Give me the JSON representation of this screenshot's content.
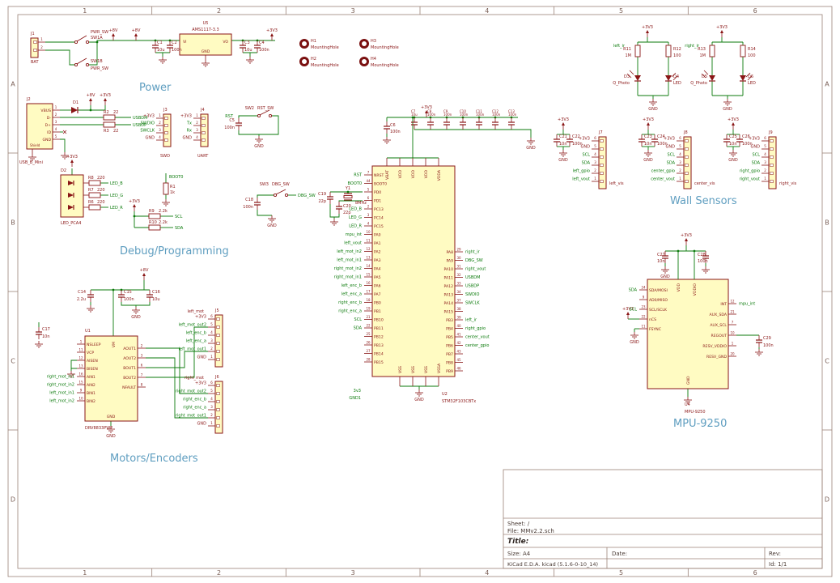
{
  "frame": {
    "columns": [
      "1",
      "2",
      "3",
      "4",
      "5",
      "6"
    ],
    "rows": [
      "A",
      "B",
      "C",
      "D"
    ],
    "tb": {
      "sheet": "Sheet: /",
      "file": "File: MMv2.2.sch",
      "title": "Title:",
      "size": "Size: A4",
      "date": "Date:",
      "rev": "Rev:",
      "tool": "KiCad E.D.A.  kicad (5.1.6-0-10_14)",
      "id": "Id: 1/1"
    }
  },
  "sections": {
    "power": "Power",
    "debug": "Debug/Programming",
    "motors": "Motors/Encoders",
    "wall": "Wall Sensors",
    "mpu": "MPU-9250"
  },
  "nets": {
    "v33": "+3V3",
    "v8": "+8V",
    "gnd": "GND"
  },
  "n": {
    "usbdm": "USBDM",
    "usbdp": "USBDP",
    "scl": "SCL",
    "sda": "SDA",
    "rst": "RST",
    "boot0": "BOOT0",
    "dbg": "DBG_SW",
    "ledb": "LED_B",
    "ledg": "LED_G",
    "ledr": "LED_R",
    "leftir": "left_ir",
    "rightir": "right_ir",
    "v3": "3v3",
    "gnd1": "GND1"
  },
  "u5": {
    "ref": "U5",
    "val": "AMS1117-3.3",
    "vi": "VI",
    "vo": "VO",
    "gnd": "GND"
  },
  "j1": {
    "ref": "J1",
    "name": "BAT",
    "pins": [
      [
        "1",
        ""
      ],
      [
        "2",
        ""
      ]
    ]
  },
  "sw": {
    "sw1a": {
      "ref": "SW1A",
      "val": "PWR_SW"
    },
    "sw1b": {
      "ref": "SW1B",
      "val": "PWR_SW"
    },
    "sw2": {
      "ref": "SW2",
      "val": "RST_SW"
    },
    "sw3": {
      "ref": "SW3",
      "val": "DBG_SW"
    }
  },
  "holes": [
    [
      "H1",
      "MountingHole"
    ],
    [
      "H2",
      "MountingHole"
    ],
    [
      "H3",
      "MountingHole"
    ],
    [
      "H4",
      "MountingHole"
    ]
  ],
  "j2": {
    "ref": "J2",
    "val": "USB_B_Mini",
    "shield": "Shield",
    "pins": [
      [
        "1",
        "VBUS"
      ],
      [
        "2",
        "D-"
      ],
      [
        "3",
        "D+"
      ],
      [
        "4",
        "ID"
      ],
      [
        "5",
        "GND"
      ]
    ]
  },
  "d": {
    "d1": {
      "ref": "D1"
    },
    "d2": {
      "ref": "D2",
      "val": "LED_PCA4"
    },
    "d3": {
      "ref": "D3",
      "val": "Q_Photo"
    },
    "d4": {
      "ref": "D4",
      "val": "LED"
    },
    "d5": {
      "ref": "D5",
      "val": "Q_Photo"
    },
    "d6": {
      "ref": "D6",
      "val": "LED"
    }
  },
  "r": {
    "r1": [
      "R1",
      "1k"
    ],
    "r2": [
      "R2",
      "22"
    ],
    "r3": [
      "R3",
      "22"
    ],
    "r6": [
      "R6",
      "220"
    ],
    "r7": [
      "R7",
      "220"
    ],
    "r8": [
      "R8",
      "220"
    ],
    "r9": [
      "R9",
      "2.2k"
    ],
    "r10": [
      "R10",
      "2.2k"
    ],
    "r11": [
      "R11",
      "1M"
    ],
    "r12": [
      "R12",
      "100"
    ],
    "r13": [
      "R13",
      "1M"
    ],
    "r14": [
      "R14",
      "100"
    ]
  },
  "c": {
    "in": [
      [
        "C1",
        "10u"
      ],
      [
        "C2",
        "100n"
      ]
    ],
    "out": [
      [
        "C3",
        "10u"
      ],
      [
        "C4",
        "100n"
      ]
    ],
    "c5": [
      [
        "C5",
        "100n"
      ]
    ],
    "c6": [
      [
        "C6",
        "100n"
      ]
    ],
    "bank": [
      [
        "C7",
        "10u"
      ],
      [
        "C8",
        "100n"
      ],
      [
        "C9",
        "100n"
      ],
      [
        "C10",
        "100n"
      ],
      [
        "C11",
        "100n"
      ],
      [
        "C12",
        "100n"
      ],
      [
        "C13",
        "100n"
      ]
    ],
    "c14": [
      [
        "C14",
        "2.2u"
      ]
    ],
    "vm": [
      [
        "C15",
        "100n"
      ],
      [
        "C16",
        "10u"
      ]
    ],
    "c17": [
      [
        "C17",
        "10n"
      ]
    ],
    "c18": [
      [
        "C18",
        "100n"
      ]
    ],
    "xt1": [
      [
        "C19",
        "22p"
      ]
    ],
    "xt2": [
      [
        "C20",
        "22p"
      ]
    ],
    "lv": [
      [
        "C21",
        "10n"
      ],
      [
        "C22",
        "100n"
      ]
    ],
    "cv": [
      [
        "C23",
        "10n"
      ],
      [
        "C24",
        "100n"
      ]
    ],
    "rv": [
      [
        "C25",
        "10n"
      ],
      [
        "C26",
        "100n"
      ]
    ],
    "mpu": [
      [
        "C27",
        "10n"
      ],
      [
        "C28",
        "100n"
      ]
    ],
    "c29": [
      [
        "C29",
        "100n"
      ]
    ]
  },
  "y1": {
    "ref": "Y1",
    "val": "8MHz"
  },
  "u1": {
    "ref": "U1",
    "val": "DRV8833PWP",
    "vm": "VM",
    "pad": "GND",
    "lp": [
      [
        "1",
        "NSLEEP",
        ""
      ],
      [
        "11",
        "VCP",
        ""
      ],
      [
        "12",
        "AISEN",
        ""
      ],
      [
        "13",
        "BISEN",
        ""
      ],
      [
        "16",
        "AIN1",
        "right_mot_in1"
      ],
      [
        "15",
        "AIN2",
        "right_mot_in2"
      ],
      [
        "9",
        "BIN1",
        "left_mot_in1"
      ],
      [
        "10",
        "BIN2",
        "left_mot_in2"
      ]
    ],
    "rp": [
      [
        "2",
        "AOUT1",
        ""
      ],
      [
        "3",
        "AOUT2",
        ""
      ],
      [
        "6",
        "BOUT1",
        ""
      ],
      [
        "7",
        "BOUT2",
        ""
      ],
      [
        "8",
        "NFAULT",
        ""
      ]
    ]
  },
  "j5": {
    "ref": "J5",
    "name": "left_mot",
    "pins": [
      [
        "6",
        "+3V3"
      ],
      [
        "5",
        "left_mot_out2"
      ],
      [
        "4",
        "left_enc_b"
      ],
      [
        "3",
        "left_enc_a"
      ],
      [
        "2",
        "left_mot_out1"
      ],
      [
        "1",
        "GND"
      ]
    ]
  },
  "j6": {
    "ref": "J6",
    "name": "right_mot",
    "pins": [
      [
        "6",
        "+3V3"
      ],
      [
        "5",
        "right_mot_out2"
      ],
      [
        "4",
        "right_enc_b"
      ],
      [
        "3",
        "right_enc_a"
      ],
      [
        "2",
        "right_mot_out1"
      ],
      [
        "1",
        "GND"
      ]
    ]
  },
  "j3": {
    "ref": "J3",
    "name": "SWD",
    "pins": [
      [
        "1",
        "+3V3"
      ],
      [
        "2",
        "SWDIO"
      ],
      [
        "3",
        "SWCLK"
      ],
      [
        "4",
        "GND"
      ]
    ]
  },
  "j4": {
    "ref": "J4",
    "name": "UART",
    "pins": [
      [
        "1",
        "+3V3"
      ],
      [
        "2",
        "Tx"
      ],
      [
        "3",
        "Rx"
      ],
      [
        "4",
        "GND"
      ]
    ]
  },
  "u2": {
    "ref": "U2",
    "val": "STM32F103CBTx",
    "top": [
      "VBAT",
      "VDD",
      "VDD",
      "VDD",
      "VDDA"
    ],
    "bot": [
      "VSS",
      "VSS",
      "VSS",
      "VSSA"
    ],
    "lp": [
      [
        "7",
        "NRST",
        "RST"
      ],
      [
        "44",
        "BOOT0",
        "BOOT0"
      ],
      [
        "5",
        "PD0",
        ""
      ],
      [
        "6",
        "PD1",
        ""
      ],
      [
        "2",
        "PC13",
        "LED_B"
      ],
      [
        "3",
        "PC14",
        "LED_G"
      ],
      [
        "4",
        "PC15",
        "LED_R"
      ],
      [
        "10",
        "PA0",
        "mpu_int"
      ],
      [
        "11",
        "PA1",
        "left_vout"
      ],
      [
        "12",
        "PA2",
        "left_mot_in2"
      ],
      [
        "13",
        "PA3",
        "left_mot_in1"
      ],
      [
        "14",
        "PA4",
        "right_mot_in2"
      ],
      [
        "15",
        "PA5",
        "right_mot_in1"
      ],
      [
        "16",
        "PA6",
        "left_enc_b"
      ],
      [
        "17",
        "PA7",
        "left_enc_a"
      ],
      [
        "18",
        "PB0",
        "right_enc_b"
      ],
      [
        "19",
        "PB1",
        "right_enc_a"
      ],
      [
        "21",
        "PB10",
        "SCL"
      ],
      [
        "22",
        "PB11",
        "SDA"
      ],
      [
        "25",
        "PB12",
        ""
      ],
      [
        "26",
        "PB13",
        ""
      ],
      [
        "27",
        "PB14",
        ""
      ],
      [
        "28",
        "PB15",
        ""
      ]
    ],
    "rp": [
      [
        "29",
        "PA8",
        "right_ir"
      ],
      [
        "30",
        "PA9",
        "DBG_SW"
      ],
      [
        "31",
        "PA10",
        "right_vout"
      ],
      [
        "32",
        "PA11",
        "USBDM"
      ],
      [
        "33",
        "PA12",
        "USBDP"
      ],
      [
        "34",
        "PA13",
        "SWDIO"
      ],
      [
        "37",
        "PA14",
        "SWCLK"
      ],
      [
        "38",
        "PA15",
        ""
      ],
      [
        "39",
        "PB3",
        "left_ir"
      ],
      [
        "40",
        "PB4",
        "right_gpio"
      ],
      [
        "41",
        "PB5",
        "center_vout"
      ],
      [
        "42",
        "PB6",
        "center_gpio"
      ],
      [
        "43",
        "PB7",
        ""
      ],
      [
        "45",
        "PB8",
        ""
      ],
      [
        "46",
        "PB9",
        ""
      ]
    ]
  },
  "j7": {
    "ref": "J7",
    "name": "left_vis",
    "pins": [
      [
        "6",
        "+3V3"
      ],
      [
        "5",
        "GND"
      ],
      [
        "4",
        "SCL"
      ],
      [
        "3",
        "SDA"
      ],
      [
        "2",
        "left_gpio"
      ],
      [
        "1",
        "left_vout"
      ]
    ]
  },
  "j8": {
    "ref": "J8",
    "name": "center_vis",
    "pins": [
      [
        "6",
        "+3V3"
      ],
      [
        "5",
        "GND"
      ],
      [
        "4",
        "SCL"
      ],
      [
        "3",
        "SDA"
      ],
      [
        "2",
        "center_gpio"
      ],
      [
        "1",
        "center_vout"
      ]
    ]
  },
  "j9": {
    "ref": "J9",
    "name": "right_vis",
    "pins": [
      [
        "6",
        "+3V3"
      ],
      [
        "5",
        "GND"
      ],
      [
        "4",
        "SCL"
      ],
      [
        "3",
        "SDA"
      ],
      [
        "2",
        "right_gpio"
      ],
      [
        "1",
        "right_vout"
      ]
    ]
  },
  "u4": {
    "ref": "U4",
    "val": "MPU-9250",
    "top": [
      "VDD",
      "VDDIO"
    ],
    "bot": "GND",
    "lp": [
      [
        "24",
        "SDA/MOSI",
        "SDA"
      ],
      [
        "9",
        "AD0/MISO",
        ""
      ],
      [
        "23",
        "SCL/SCLK",
        "SCL"
      ],
      [
        "22",
        "nCS",
        ""
      ],
      [
        "11",
        "FSYNC",
        ""
      ]
    ],
    "rp": [
      [
        "12",
        "INT",
        "mpu_int"
      ],
      [
        "21",
        "AUX_SDA",
        ""
      ],
      [
        "7",
        "AUX_SCL",
        ""
      ],
      [
        "10",
        "REGOUT",
        ""
      ],
      [
        "1",
        "RESV_VDDIO",
        ""
      ],
      [
        "20",
        "RESV_GND",
        ""
      ]
    ]
  }
}
